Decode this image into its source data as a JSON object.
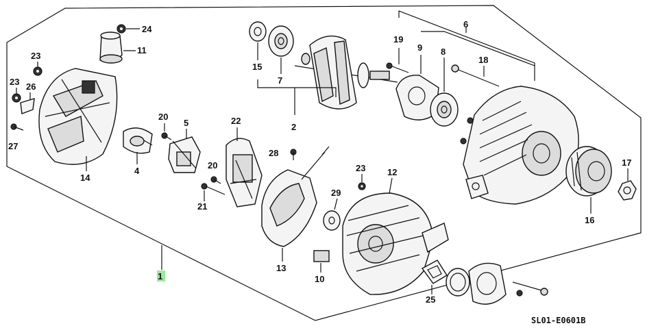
{
  "labels": {
    "l1": "1",
    "l2": "2",
    "l4": "4",
    "l5": "5",
    "l6": "6",
    "l7": "7",
    "l8": "8",
    "l9": "9",
    "l10": "10",
    "l11": "11",
    "l12": "12",
    "l13": "13",
    "l14": "14",
    "l15": "15",
    "l16": "16",
    "l17": "17",
    "l18": "18",
    "l19": "19",
    "l20a": "20",
    "l20b": "20",
    "l21": "21",
    "l22": "22",
    "l23a": "23",
    "l23b": "23",
    "l23c": "23",
    "l24": "24",
    "l25": "25",
    "l26": "26",
    "l27": "27",
    "l28": "28",
    "l29": "29"
  },
  "reference_code": "SL01-E0601B",
  "highlight_color": "#9be89b"
}
